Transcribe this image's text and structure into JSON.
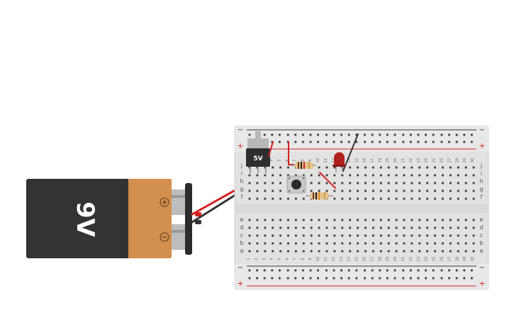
{
  "battery": {
    "label": "9V",
    "plus_symbol": "+",
    "minus_symbol": "−",
    "body_color": "#333333",
    "cap_color": "#d28f4f"
  },
  "regulator": {
    "label": "5V"
  },
  "breadboard": {
    "rail_plus": "+",
    "rail_minus": "−",
    "row_letters_top": [
      "j",
      "i",
      "h",
      "g",
      "f"
    ],
    "row_letters_bottom": [
      "e",
      "d",
      "c",
      "b",
      "a"
    ],
    "column_count": 30
  },
  "wires": {
    "positive_color": "#d42020",
    "negative_color": "#333333"
  },
  "led": {
    "color": "#b0201d"
  }
}
